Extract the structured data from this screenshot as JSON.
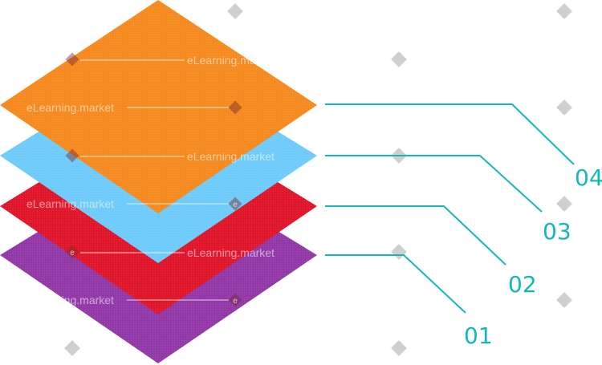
{
  "diagram": {
    "layers": [
      {
        "id": "01",
        "label": "01",
        "color": "#9239A7"
      },
      {
        "id": "02",
        "label": "02",
        "color": "#E0162B"
      },
      {
        "id": "03",
        "label": "03",
        "color": "#6ECBFA"
      },
      {
        "id": "04",
        "label": "04",
        "color": "#F58A1F"
      }
    ],
    "connector_color": "#17B7B7",
    "label_color": "#17B7B7"
  },
  "watermark": {
    "text": "eLearning.market",
    "badge_letter": "e",
    "mark_color": "#cfcfcf"
  }
}
